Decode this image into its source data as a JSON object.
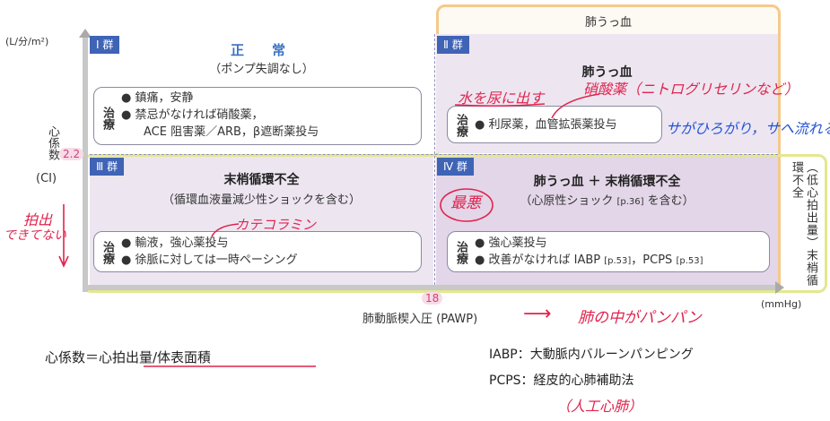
{
  "top_label": "肺うっ血",
  "right_label": "（低心拍出量）末梢循環不全",
  "y_axis": {
    "unit": "(L/分/m²)",
    "label": "心係数",
    "abbr": "(CI)",
    "threshold": "2.2"
  },
  "x_axis": {
    "unit": "(mmHg)",
    "label": "肺動脈楔入圧 (PAWP)",
    "threshold": "18"
  },
  "groups": [
    {
      "tag": "Ⅰ 群",
      "title": "正　常",
      "subtitle": "（ポンプ失調なし）",
      "treatment_label": "治療",
      "lines": [
        "● 鎮痛，安静",
        "● 禁忌がなければ硝酸薬，",
        "ACE 阻害薬／ARB，β遮断薬投与"
      ]
    },
    {
      "tag": "Ⅱ 群",
      "title": "肺うっ血",
      "subtitle": "",
      "treatment_label": "治療",
      "lines": [
        "● 利尿薬，血管拡張薬投与"
      ]
    },
    {
      "tag": "Ⅲ 群",
      "title": "末梢循環不全",
      "subtitle": "（循環血液量減少性ショックを含む）",
      "treatment_label": "治療",
      "lines": [
        "● 輸液，強心薬投与",
        "● 徐脈に対しては一時ペーシング"
      ]
    },
    {
      "tag": "Ⅳ 群",
      "title": "肺うっ血 ＋ 末梢循環不全",
      "subtitle_main": "（心原性ショック",
      "subtitle_page": "[p.36]",
      "subtitle_end": "を含む）",
      "treatment_label": "治療",
      "line1": "● 強心薬投与",
      "line2_main": "● 改善がなければ IABP",
      "line2_p1": "[p.53]",
      "line2_mid": "，PCPS",
      "line2_p2": "[p.53]"
    }
  ],
  "annotations": {
    "mizu": "水を尿に出す",
    "shosan": "硝酸薬（ニトログリセリンなど）",
    "blue_note": "サがひろがり，サへ流れる",
    "cardiac_out_1": "拍出",
    "cardiac_out_2": "できてない",
    "catecholamine": "カテコラミン",
    "worst": "最悪",
    "lungs_full": "肺の中がパンパン",
    "arrow": "⟶",
    "artificial_heart": "（人工心肺）"
  },
  "footer": {
    "formula": "心係数＝心拍出量/体表面積",
    "iabp": "IABP：大動脈内バルーンパンピング",
    "pcps": "PCPS：経皮的心肺補助法"
  },
  "colors": {
    "tag_blue": "#3f63b5",
    "title_blue": "#3a71c1",
    "annotation_red": "#e0244e",
    "annotation_blue": "#2253d6",
    "frame_orange": "#f5c98a",
    "frame_yellow": "#e3e88e"
  }
}
